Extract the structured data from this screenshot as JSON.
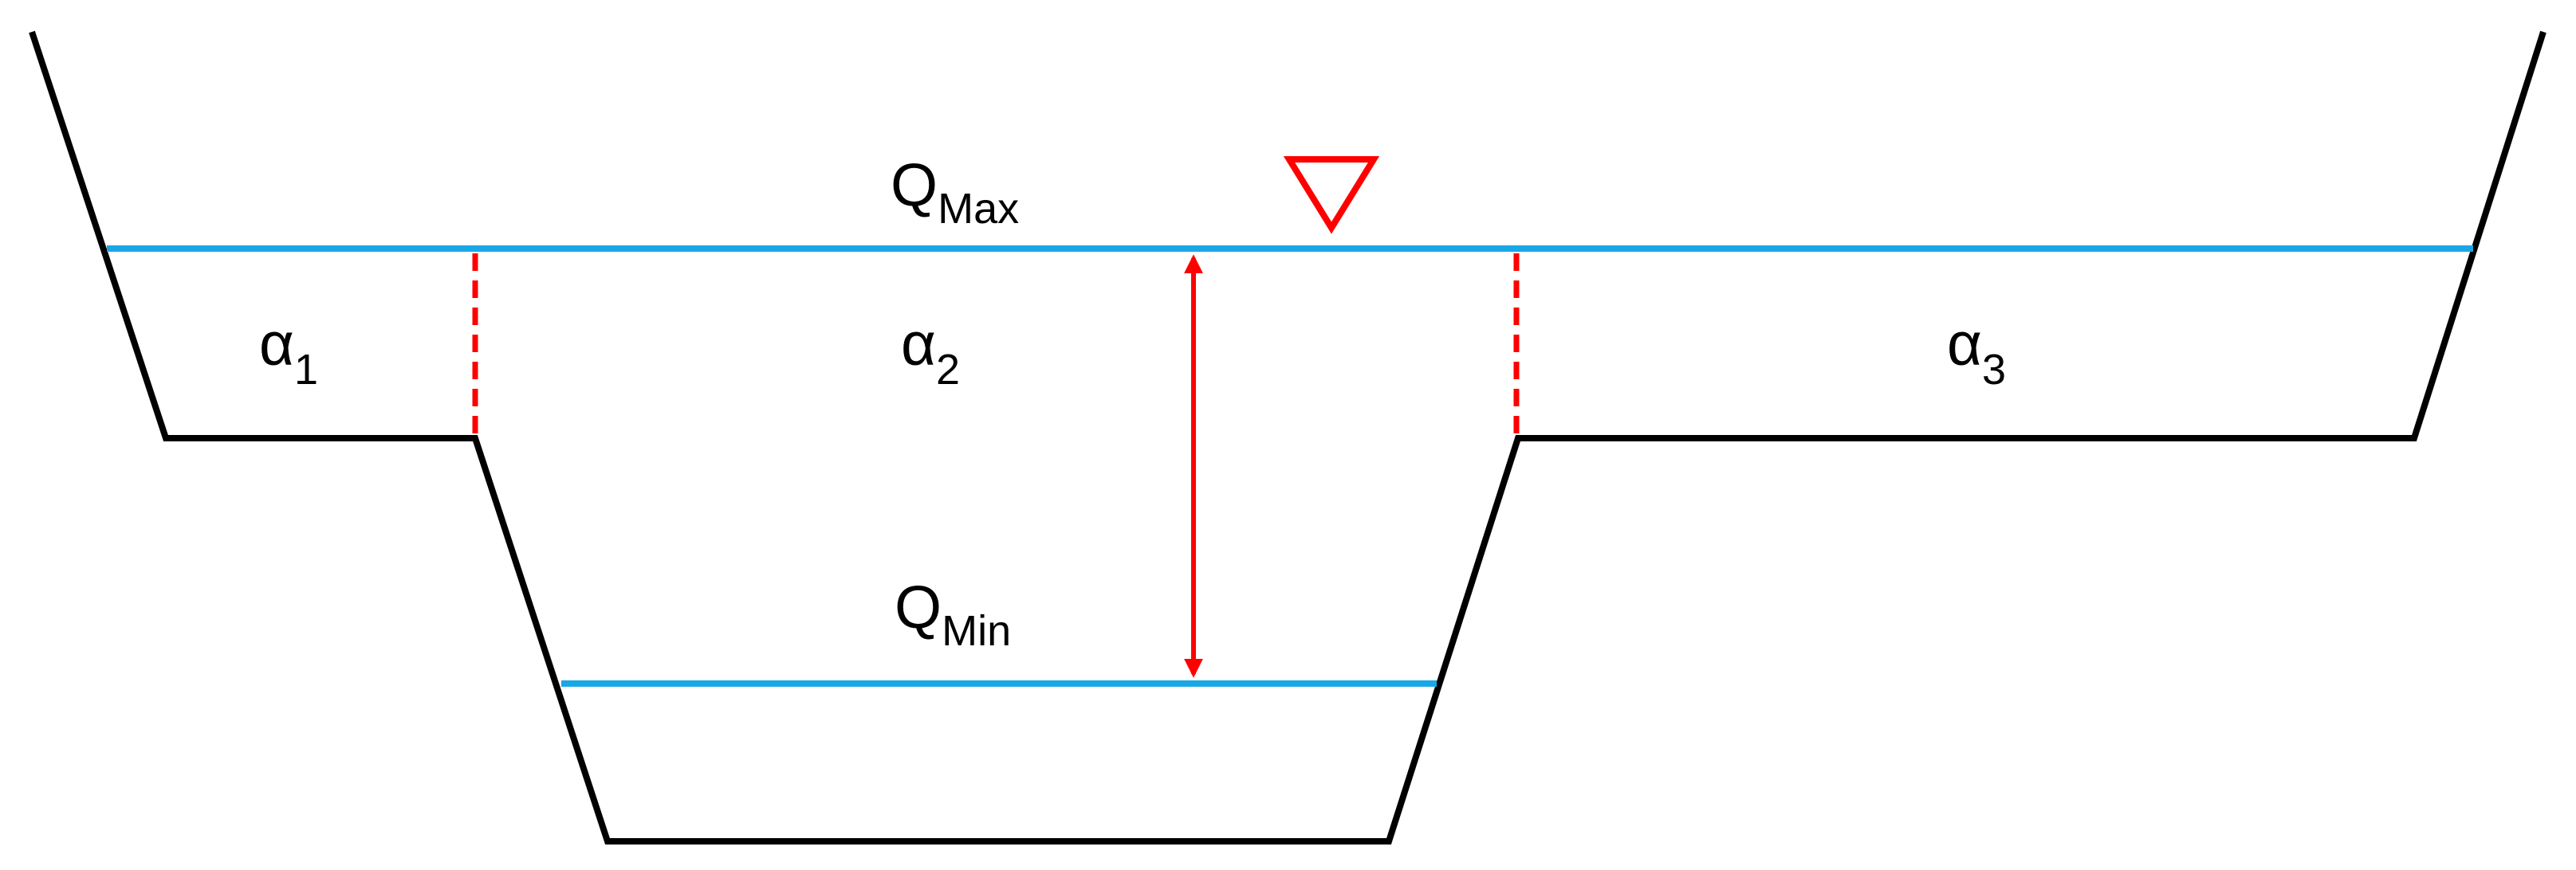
{
  "labels": {
    "q_max": {
      "main": "Q",
      "sub": "Max"
    },
    "q_min": {
      "main": "Q",
      "sub": "Min"
    },
    "alpha_1": {
      "main": "α",
      "sub": "1"
    },
    "alpha_2": {
      "main": "α",
      "sub": "2"
    },
    "alpha_3": {
      "main": "α",
      "sub": "3"
    }
  },
  "colors": {
    "channel_outline": "#000000",
    "water_level": "#1aa7e6",
    "subdivision": "#ff0000",
    "depth_arrow": "#ff0000",
    "water_surface_symbol": "#ff0000"
  }
}
